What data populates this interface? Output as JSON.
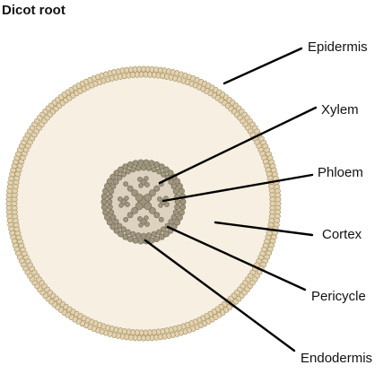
{
  "title": "Dicot root",
  "labels": {
    "epidermis": "Epidermis",
    "xylem": "Xylem",
    "phloem": "Phloem",
    "cortex": "Cortex",
    "pericycle": "Pericycle",
    "endodermis": "Endodermis"
  },
  "colors": {
    "background": "#ffffff",
    "cortex_fill": "#f6efe2",
    "cell_fill": "#e3d2ad",
    "cell_stroke": "#a08d66",
    "stele_fill": "#ddd2bf",
    "stele_cell_fill": "#a0967e",
    "stele_cell_stroke": "#6e6654",
    "leader_line": "#000000"
  }
}
